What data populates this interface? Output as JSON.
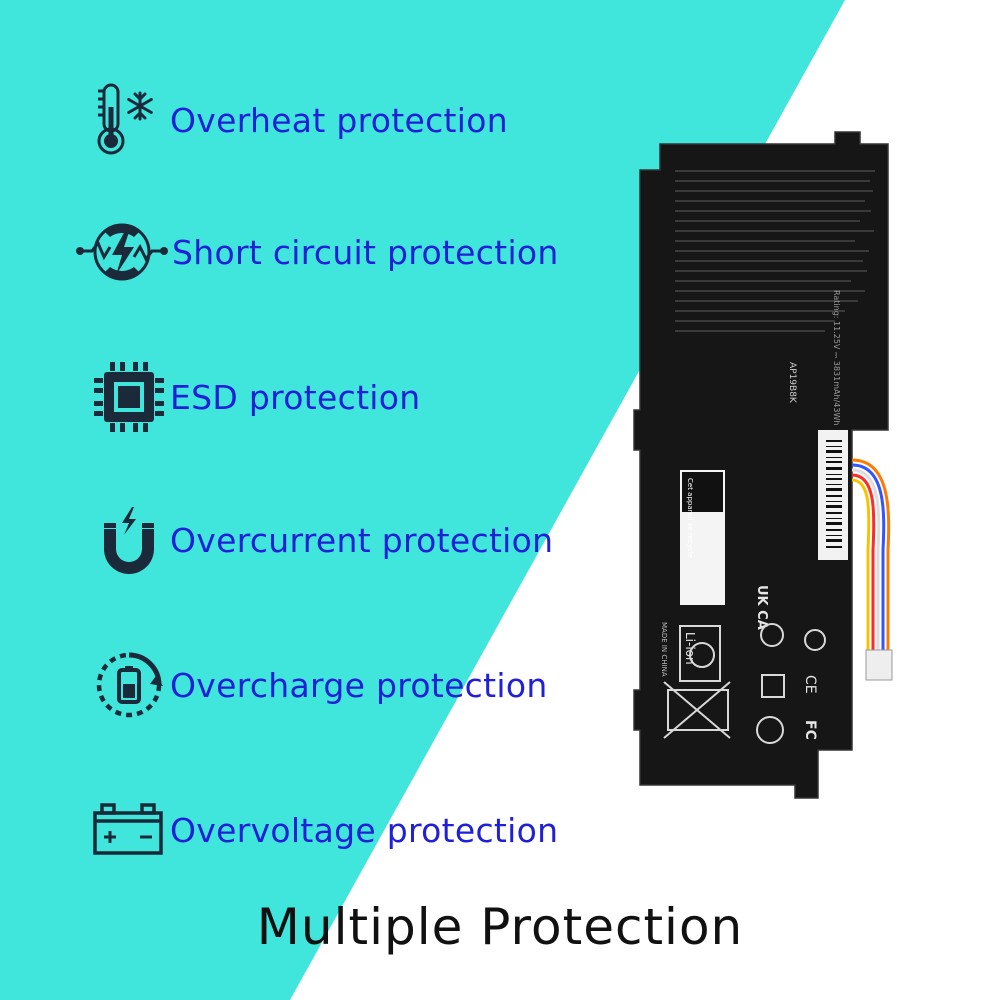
{
  "colors": {
    "background_accent": "#40e6dc",
    "feature_text": "#2020d8",
    "icon": "#1b2a3a",
    "title_text": "#111111",
    "battery_body": "#161616"
  },
  "features": [
    {
      "label": "Overheat protection",
      "icon": "thermometer-snowflake-icon"
    },
    {
      "label": "Short circuit protection",
      "icon": "lightning-circuit-icon"
    },
    {
      "label": "ESD protection",
      "icon": "chip-icon"
    },
    {
      "label": "Overcurrent protection",
      "icon": "magnet-bolt-icon"
    },
    {
      "label": "Overcharge protection",
      "icon": "battery-charging-icon"
    },
    {
      "label": "Overvoltage protection",
      "icon": "car-battery-icon"
    }
  ],
  "title": "Multiple Protection",
  "battery_label": {
    "model": "AP19B8K",
    "rating": "Rating: 11.25V ⎓ 3831mAh/43Wh",
    "chemistry": "Li-ion",
    "origin": "MADE IN CHINA",
    "marks": [
      "UK CA",
      "CE",
      "FC"
    ],
    "recycle_text": "Cet appareil se recycle"
  }
}
